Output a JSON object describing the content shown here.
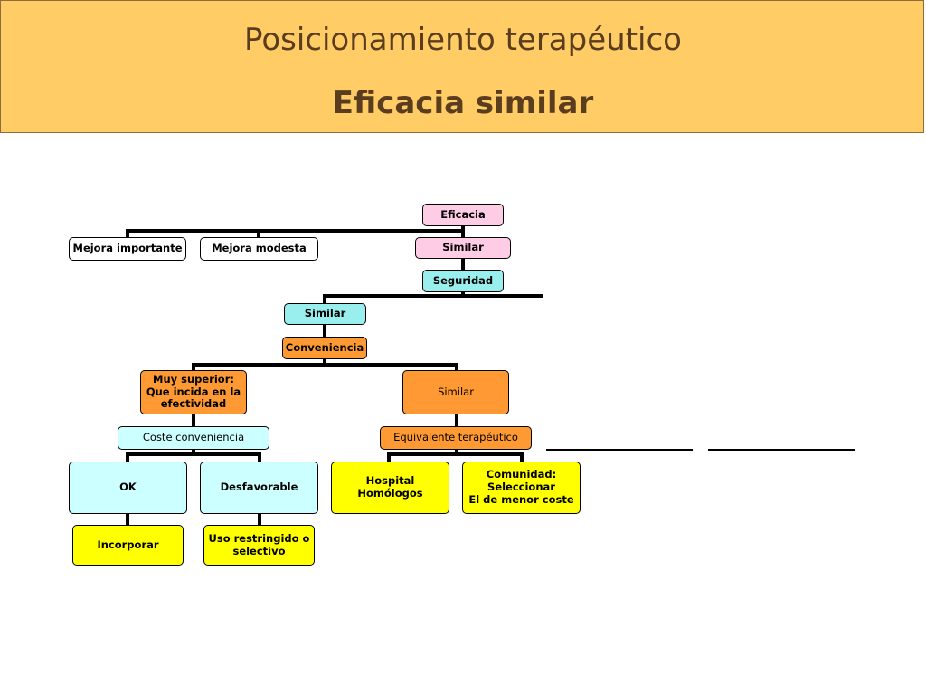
{
  "header": {
    "title": "Posicionamiento terapéutico",
    "subtitle": "Eficacia similar"
  },
  "nodes": {
    "eficacia": "Eficacia",
    "mejora_importante": "Mejora importante",
    "mejora_modesta": "Mejora modesta",
    "similar_1": "Similar",
    "seguridad": "Seguridad",
    "similar_2": "Similar",
    "conveniencia": "Conveniencia",
    "muy_superior": "Muy superior:\nQue incida en la\nefectividad",
    "similar_3": "Similar",
    "coste_conveniencia": "Coste conveniencia",
    "equivalente": "Equivalente terapéutico",
    "ok": "OK",
    "desfavorable": "Desfavorable",
    "hospital": "Hospital\nHomólogos",
    "comunidad": "Comunidad:\nSeleccionar\nEl de menor coste",
    "incorporar": "Incorporar",
    "uso_restringido": "Uso restringido o\nselectivo"
  },
  "colors": {
    "header_bg": "#ffcc66",
    "title_text": "#5a3d1e",
    "pink": "#ffcce6",
    "cyan": "#99eeee",
    "light_cyan": "#ccffff",
    "orange": "#ff9933",
    "yellow": "#ffff00"
  }
}
